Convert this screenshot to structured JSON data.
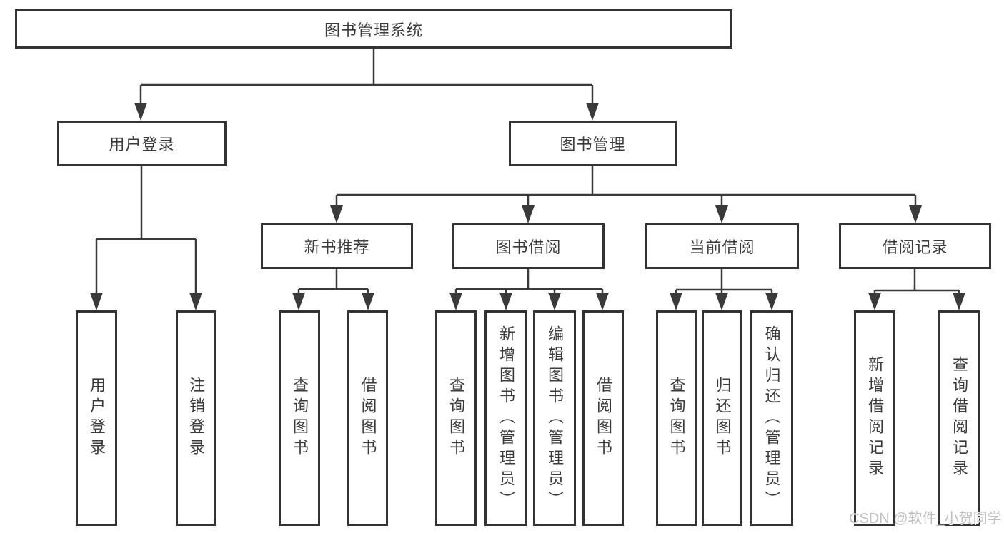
{
  "diagram": {
    "root": {
      "label": "图书管理系统"
    },
    "level1": [
      {
        "id": "user-login",
        "label": "用户登录"
      },
      {
        "id": "book-management",
        "label": "图书管理"
      }
    ],
    "level2": [
      {
        "id": "new-book-recommend",
        "label": "新书推荐"
      },
      {
        "id": "book-borrowing",
        "label": "图书借阅"
      },
      {
        "id": "current-borrowing",
        "label": "当前借阅"
      },
      {
        "id": "borrowing-records",
        "label": "借阅记录"
      }
    ],
    "leaves": [
      {
        "id": "user-login-leaf",
        "label": "用户登录"
      },
      {
        "id": "logout",
        "label": "注销登录"
      },
      {
        "id": "query-books-recommend",
        "label": "查询图书"
      },
      {
        "id": "borrow-books-recommend",
        "label": "借阅图书"
      },
      {
        "id": "query-books-borrowing",
        "label": "查询图书"
      },
      {
        "id": "add-books-admin",
        "label": "新增图书（管理员）"
      },
      {
        "id": "edit-books-admin",
        "label": "编辑图书（管理员）"
      },
      {
        "id": "borrow-books-borrowing",
        "label": "借阅图书"
      },
      {
        "id": "query-books-current",
        "label": "查询图书"
      },
      {
        "id": "return-books",
        "label": "归还图书"
      },
      {
        "id": "confirm-return-admin",
        "label": "确认归还（管理员）"
      },
      {
        "id": "add-borrow-record",
        "label": "新增借阅记录"
      },
      {
        "id": "query-borrow-record",
        "label": "查询借阅记录"
      }
    ]
  },
  "watermark": "CSDN @软件_小贺同学",
  "colors": {
    "line": "#3a3a3a",
    "box_border": "#333333",
    "text": "#3b3b3b",
    "watermark": "#bfbfbf",
    "background": "#ffffff"
  }
}
